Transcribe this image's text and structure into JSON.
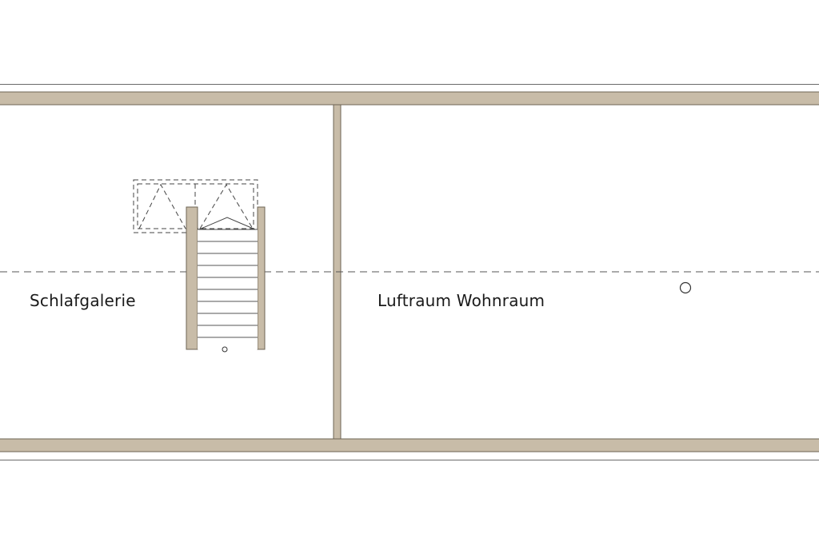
{
  "colors": {
    "wall_fill": "#c8bca8",
    "wall_stroke": "#6e6455",
    "line": "#4a4a4a",
    "background": "#ffffff"
  },
  "rooms": [
    {
      "id": "schlafgalerie",
      "label": "Schlafgalerie"
    },
    {
      "id": "luftraum",
      "label": "Luftraum Wohnraum"
    }
  ],
  "stair": {
    "tread_count": 10
  }
}
